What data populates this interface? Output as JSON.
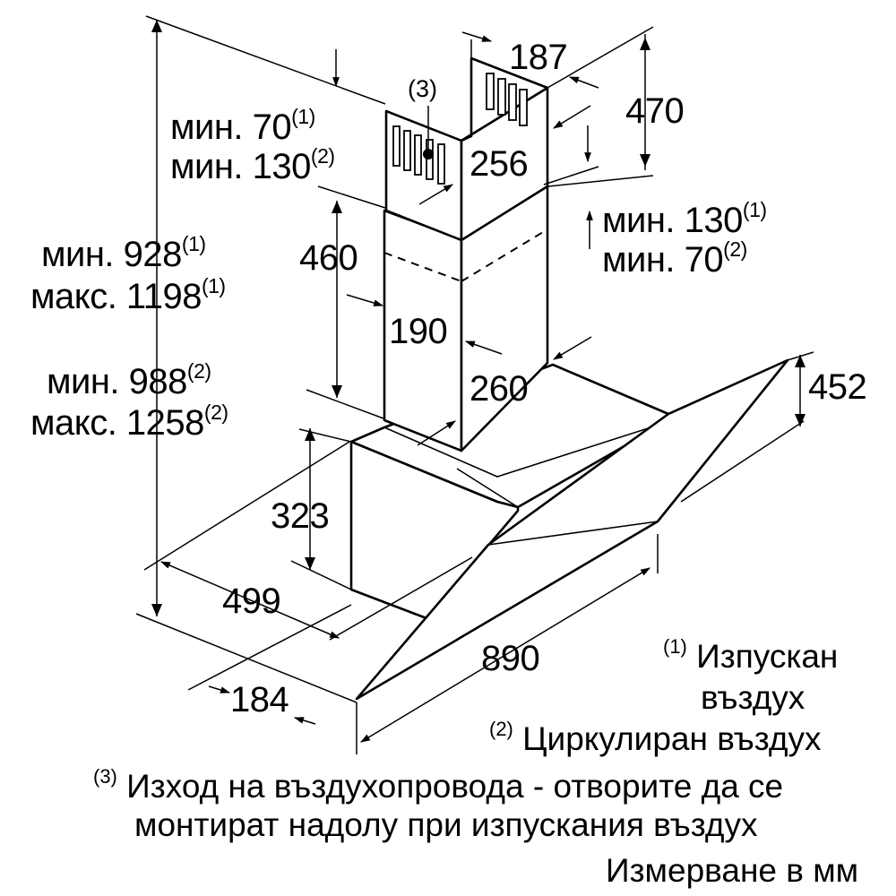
{
  "labels": {
    "out_min70": "мин. 70",
    "sup1": "(1)",
    "sup2": "(2)",
    "sup3": "(3)",
    "out_min130": "мин. 130",
    "in_min130": "мин. 130",
    "in_min70": "мин. 70",
    "h_min928": "мин. 928",
    "h_max1198": "макс. 1198",
    "h_min988": "мин. 988",
    "h_max1258": "макс. 1258"
  },
  "dimensions": {
    "d187": "187",
    "d470": "470",
    "d256": "256",
    "d460": "460",
    "d190": "190",
    "d260": "260",
    "d452": "452",
    "d323": "323",
    "d499": "499",
    "d890": "890",
    "d184": "184"
  },
  "legend": {
    "n1_mark": "(1)",
    "n1_text_a": "Изпускан",
    "n1_text_b": "въздух",
    "n2_mark": "(2)",
    "n2_text": "Циркулиран въздух",
    "n3_mark": "(3)",
    "n3_text_a": "Изход на въздухопровода - отворите да се",
    "n3_text_b": "монтират надолу при изпускания въздух",
    "units": "Измерване в мм"
  }
}
